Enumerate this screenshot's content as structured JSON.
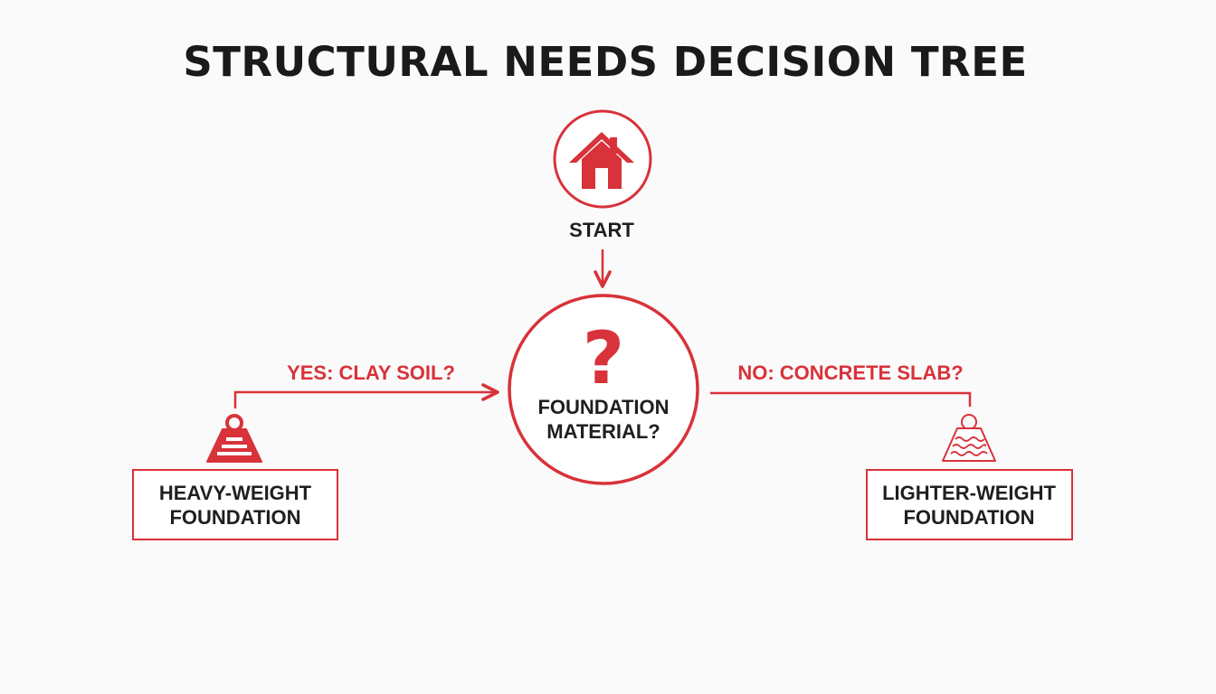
{
  "title": "STRUCTURAL NEEDS DECISION TREE",
  "colors": {
    "accent": "#d8323a",
    "text": "#1f1f1f",
    "background": "#fafafa"
  },
  "start": {
    "icon": "house-icon",
    "label": "START"
  },
  "decision": {
    "icon": "question-mark-icon",
    "symbol": "?",
    "line1": "FOUNDATION",
    "line2": "MATERIAL?"
  },
  "yes_branch": {
    "label": "YES: CLAY SOIL?",
    "icon": "heavy-weight-icon",
    "result_line1": "HEAVY-WEIGHT",
    "result_line2": "FOUNDATION"
  },
  "no_branch": {
    "label": "NO: CONCRETE SLAB?",
    "icon": "light-weight-icon",
    "result_line1": "LIGHTER-WEIGHT",
    "result_line2": "FOUNDATION"
  }
}
